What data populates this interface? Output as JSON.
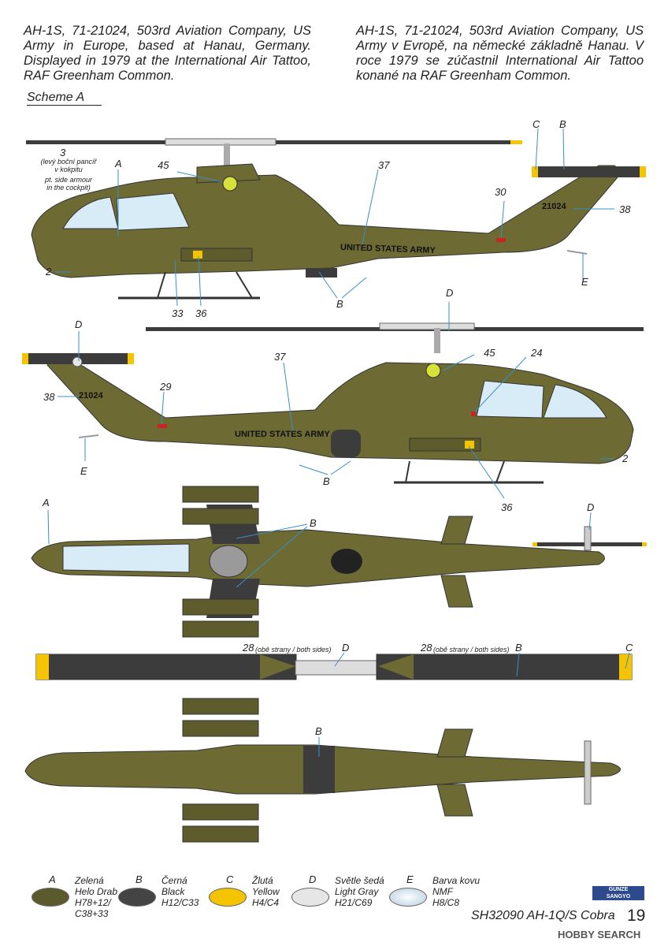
{
  "intro_en": "AH-1S, 71-21024, 503rd Aviation Company, US Army in Europe, based at Hanau, Germany. Displayed in 1979  at the International Air Tattoo, RAF Greenham Common.",
  "intro_cz": "AH-1S, 71-21024, 503rd Aviation Company, US Army v Evropě, na německé základně Hanau. V roce 1979 se zúčastnil International Air Tattoo konané na RAF Greenham Common.",
  "scheme": "Scheme A",
  "callouts": {
    "armour_num": "3",
    "armour_cz1": "(levý boční pancíř",
    "armour_cz2": "v kokpitu",
    "armour_en1": "pt. side armour",
    "armour_en2": "in the cockpit)",
    "A": "A",
    "B": "B",
    "C": "C",
    "D": "D",
    "E": "E",
    "n45": "45",
    "n37": "37",
    "n30": "30",
    "n38": "38",
    "n2": "2",
    "n33": "33",
    "n36": "36",
    "n29": "29",
    "n24": "24",
    "n28": "28",
    "both_sides": "(obě strany / both sides)"
  },
  "serial": "21024",
  "marking": "UNITED STATES ARMY",
  "legend": [
    {
      "letter": "A",
      "lines": [
        "Zelená",
        "Helo Drab",
        "H78+12/",
        "C38+33"
      ],
      "color": "#5b5a2e"
    },
    {
      "letter": "B",
      "lines": [
        "Černá",
        "Black",
        "H12/C33"
      ],
      "color": "#444444"
    },
    {
      "letter": "C",
      "lines": [
        "Žlutá",
        "Yellow",
        "H4/C4"
      ],
      "color": "#f5c400"
    },
    {
      "letter": "D",
      "lines": [
        "Světle šedá",
        "Light Gray",
        "H21/C69"
      ],
      "color": "#e6e6e6"
    },
    {
      "letter": "E",
      "lines": [
        "Barva kovu",
        "NMF",
        "H8/C8"
      ],
      "color": "#cfe0ef"
    }
  ],
  "logo": [
    "GUNZE",
    "SANGYO"
  ],
  "footer": "SH32090 AH-1Q/S Cobra",
  "page": "19",
  "watermark": "HOBBY SEARCH",
  "colors": {
    "drab": "#6e6a34",
    "drab_dark": "#4f4c24",
    "black": "#3c3c3c",
    "yellow": "#f5c400",
    "glass": "#d8ecf7"
  }
}
